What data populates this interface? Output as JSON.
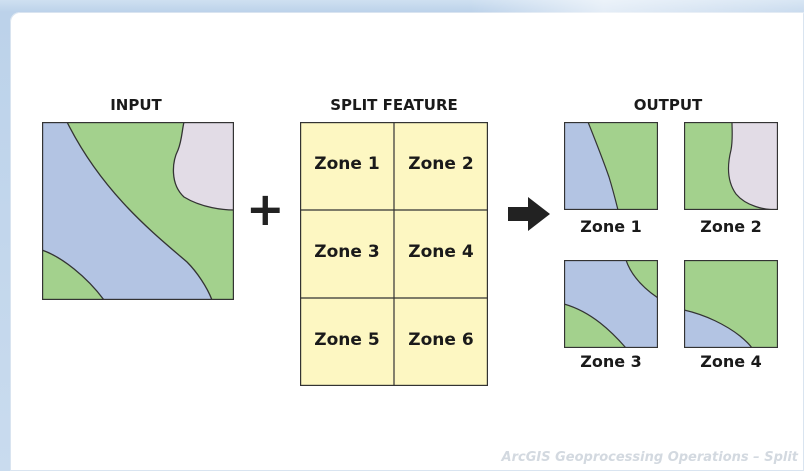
{
  "diagram": {
    "input_title": "INPUT",
    "split_title": "SPLIT FEATURE",
    "output_title": "OUTPUT",
    "plus_symbol": "+",
    "zones": [
      "Zone 1",
      "Zone 2",
      "Zone 3",
      "Zone 4",
      "Zone 5",
      "Zone 6"
    ],
    "output_zones": [
      "Zone 1",
      "Zone 2",
      "Zone 3",
      "Zone 4"
    ],
    "caption": "ArcGIS Geoprocessing Operations – Split"
  },
  "colors": {
    "green": "#a3d18d",
    "blue": "#b3c4e3",
    "lavender": "#e2dce6",
    "split_fill": "#fdf7c2",
    "outline": "#333333"
  }
}
